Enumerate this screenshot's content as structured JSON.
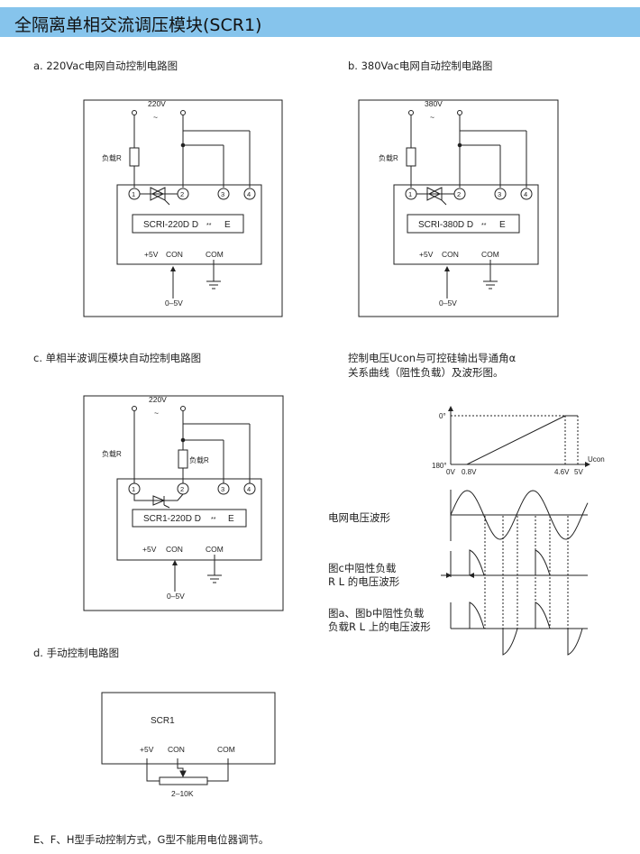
{
  "page_title": "全隔离单相交流调压模块(SCR1)",
  "captions": {
    "a": "a. 220Vac电网自动控制电路图",
    "b": "b. 380Vac电网自动控制电路图",
    "c": "c. 单相半波调压模块自动控制电路图",
    "ctrl_line1": "控制电压Ucon与可控硅输出导通角α",
    "ctrl_line2": "关系曲线（阻性负载）及波形图。",
    "d": "d. 手动控制电路图",
    "note": "E、F、H型手动控制方式，G型不能用电位器调节。"
  },
  "circuit_a": {
    "voltage": "220V",
    "tilde": "~",
    "load": "负载R",
    "model": "SCRI-220D D",
    "suffix": "E",
    "pins": [
      "1",
      "2",
      "3",
      "4"
    ],
    "term_5v": "+5V",
    "term_con": "CON",
    "term_com": "COM",
    "input": "0–5V"
  },
  "circuit_b": {
    "voltage": "380V",
    "tilde": "~",
    "load": "负载R",
    "model": "SCRI-380D D",
    "suffix": "E",
    "pins": [
      "1",
      "2",
      "3",
      "4"
    ],
    "term_5v": "+5V",
    "term_con": "CON",
    "term_com": "COM",
    "input": "0–5V"
  },
  "circuit_c": {
    "voltage": "220V",
    "tilde": "~",
    "load_outer": "负载R",
    "load_inner": "负载R",
    "model": "SCR1-220D D",
    "suffix": "E",
    "pins": [
      "1",
      "2",
      "3",
      "4"
    ],
    "term_5v": "+5V",
    "term_con": "CON",
    "term_com": "COM",
    "input": "0–5V"
  },
  "circuit_d": {
    "model": "SCR1",
    "term_5v": "+5V",
    "term_con": "CON",
    "term_com": "COM",
    "pot": "2–10K"
  },
  "graph": {
    "y_top": "0°",
    "y_bottom": "180°",
    "x_axis": "Ucon",
    "x_ticks": [
      "0V",
      "0.8V",
      "4.6V",
      "5V"
    ]
  },
  "wave_labels": {
    "grid": "电网电压波形",
    "c_line1": "图c中阻性负载",
    "c_line2": "R L 的电压波形",
    "ab_line1": "图a、图b中阻性负载",
    "ab_line2": "负载R L 上的电压波形"
  }
}
